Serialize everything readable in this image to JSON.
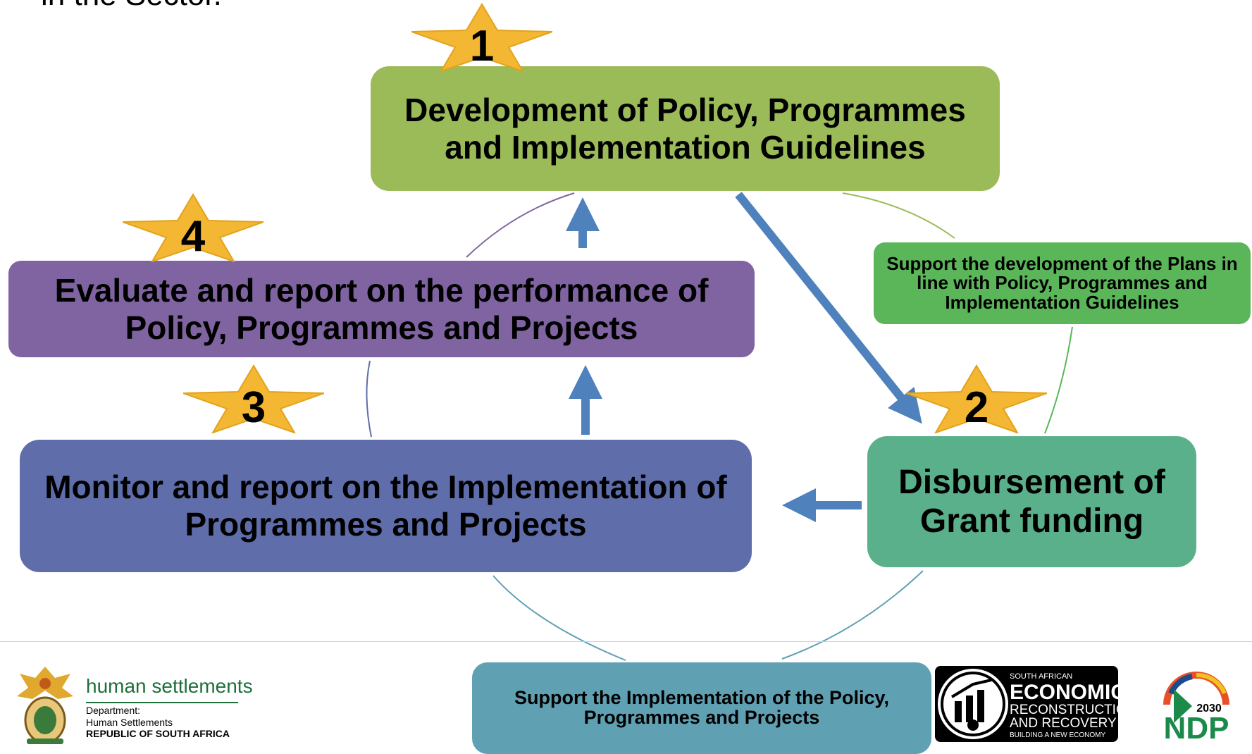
{
  "heading_fragment": "in the Sector.",
  "steps": [
    {
      "number": "1",
      "text": "Development of Policy, Programmes and Implementation Guidelines"
    },
    {
      "number": "2",
      "text": "Disbursement of Grant funding"
    },
    {
      "number": "3",
      "text": "Monitor and report on the Implementation of Programmes and Projects"
    },
    {
      "number": "4",
      "text": "Evaluate and report on the performance of Policy, Programmes and Projects"
    }
  ],
  "support_boxes": {
    "plans": "Support the development of the Plans in line with Policy, Programmes and Implementation Guidelines",
    "implementation": "Support the Implementation of the Policy, Programmes and Projects"
  },
  "footer": {
    "department": {
      "title": "human settlements",
      "line1": "Department:",
      "line2": "Human Settlements",
      "line3": "REPUBLIC OF SOUTH AFRICA"
    },
    "err_logo": {
      "small": "SOUTH AFRICAN",
      "big": "ECONOMIC",
      "mid1": "RECONSTRUCTION",
      "mid2": "AND RECOVERY",
      "tagline": "BUILDING A NEW ECONOMY"
    },
    "ndp_logo": {
      "year": "2030",
      "text": "NDP"
    }
  },
  "colors": {
    "step1": "#9bbb59",
    "step2": "#5bb08c",
    "step3": "#5f6eaa",
    "step4": "#8064a2",
    "support_plans": "#5bb65a",
    "support_impl": "#5fa0b3",
    "arrow": "#4f81bd",
    "star": "#f4b733"
  }
}
